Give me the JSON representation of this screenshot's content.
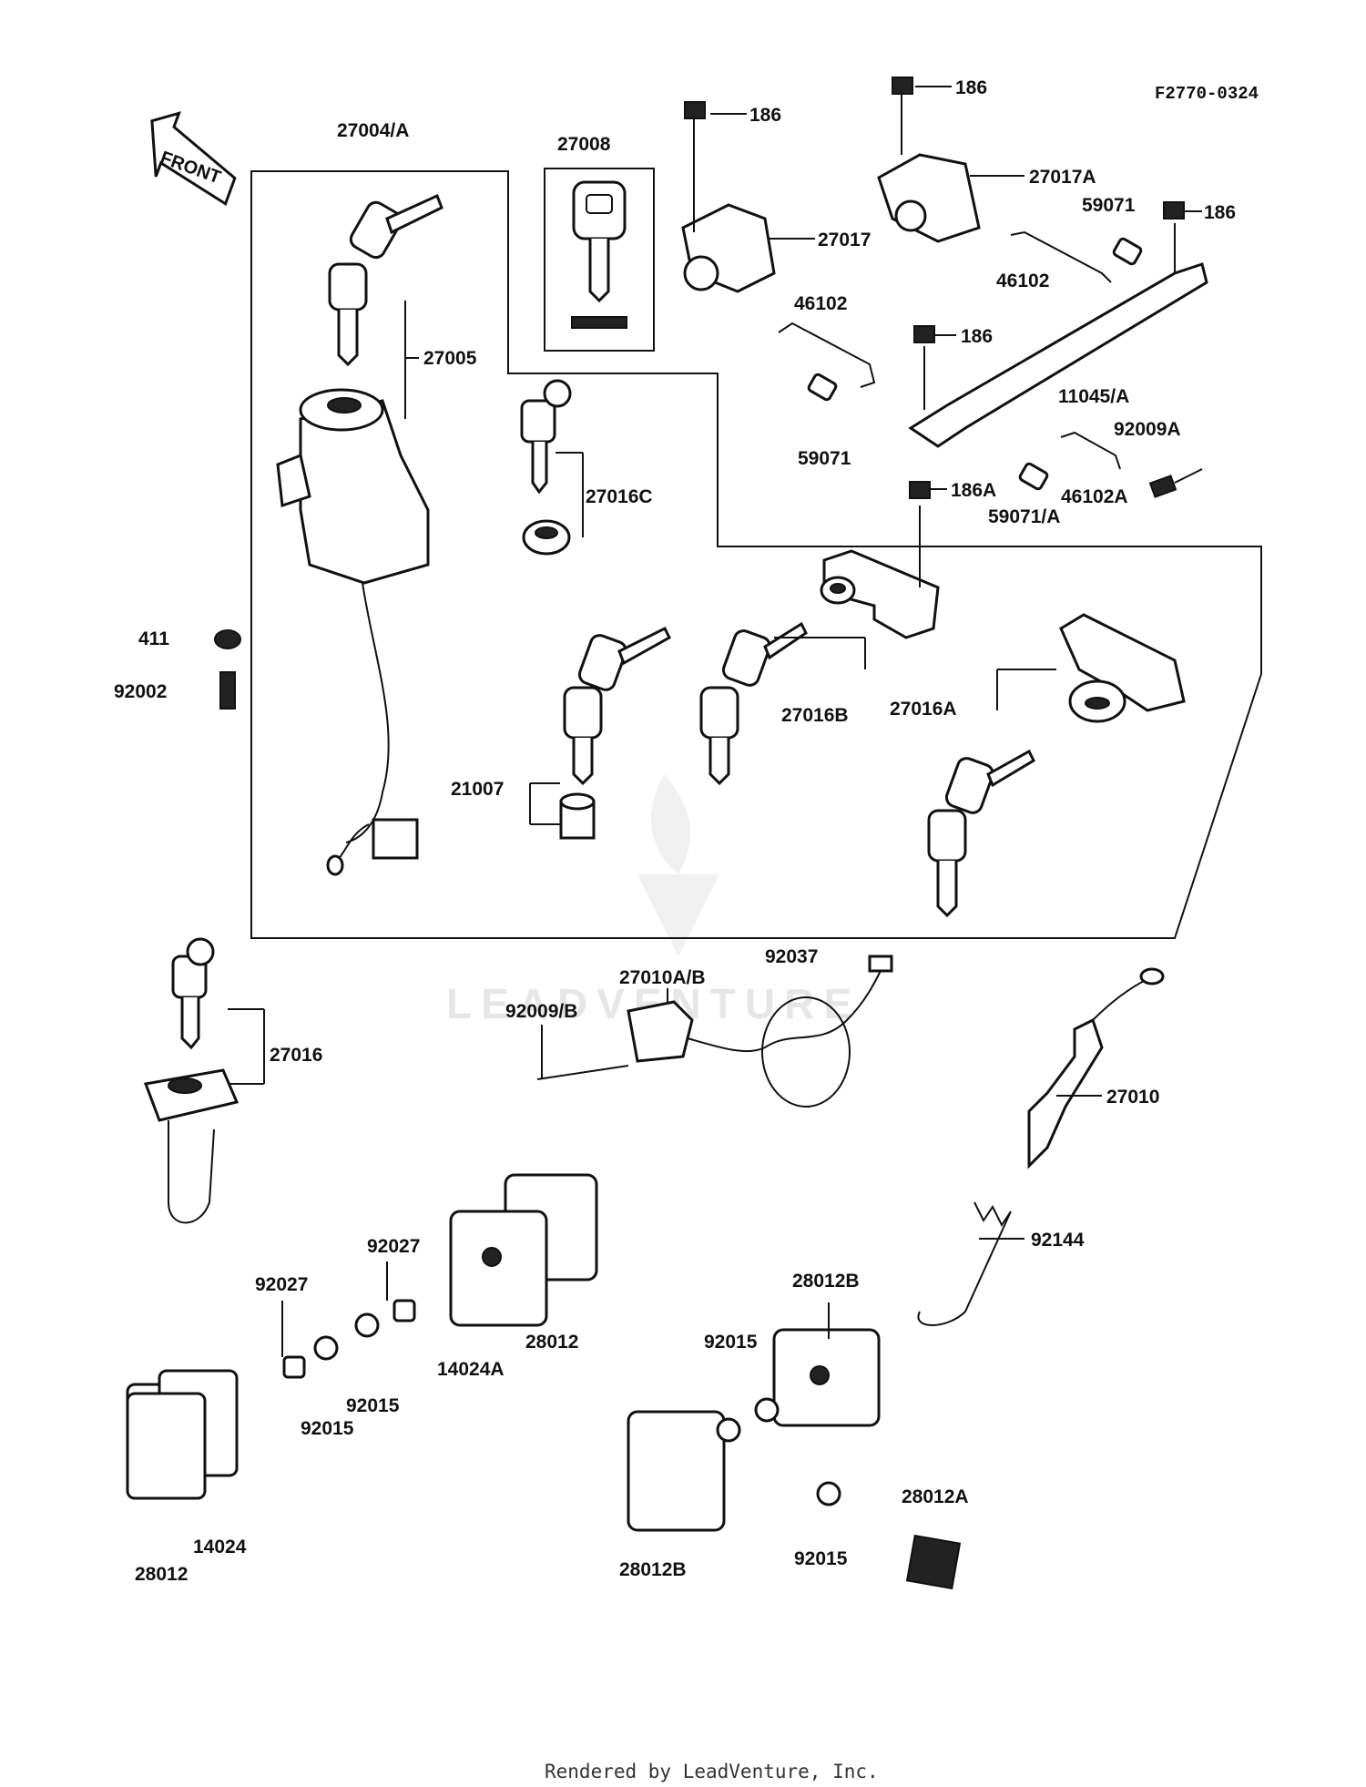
{
  "diagram_code": "F2770-0324",
  "front_label": "FRONT",
  "watermark": "LEADVENTURE",
  "footer": "Rendered by LeadVenture, Inc.",
  "callouts": [
    {
      "id": "186-a",
      "text": "186"
    },
    {
      "id": "186-b",
      "text": "186"
    },
    {
      "id": "186-c",
      "text": "186"
    },
    {
      "id": "186-d",
      "text": "186"
    },
    {
      "id": "186A",
      "text": "186A"
    },
    {
      "id": "27004A",
      "text": "27004/A"
    },
    {
      "id": "27008",
      "text": "27008"
    },
    {
      "id": "27017",
      "text": "27017"
    },
    {
      "id": "27017A",
      "text": "27017A"
    },
    {
      "id": "59071-a",
      "text": "59071"
    },
    {
      "id": "59071-b",
      "text": "59071"
    },
    {
      "id": "59071A",
      "text": "59071/A"
    },
    {
      "id": "46102-a",
      "text": "46102"
    },
    {
      "id": "46102-b",
      "text": "46102"
    },
    {
      "id": "46102A",
      "text": "46102A"
    },
    {
      "id": "11045A",
      "text": "11045/A"
    },
    {
      "id": "92009A",
      "text": "92009A"
    },
    {
      "id": "27005",
      "text": "27005"
    },
    {
      "id": "27016C",
      "text": "27016C"
    },
    {
      "id": "411",
      "text": "411"
    },
    {
      "id": "92002",
      "text": "92002"
    },
    {
      "id": "21007",
      "text": "21007"
    },
    {
      "id": "27016B",
      "text": "27016B"
    },
    {
      "id": "27016A",
      "text": "27016A"
    },
    {
      "id": "27016",
      "text": "27016"
    },
    {
      "id": "92037",
      "text": "92037"
    },
    {
      "id": "27010AB",
      "text": "27010A/B"
    },
    {
      "id": "92009B",
      "text": "92009/B"
    },
    {
      "id": "27010",
      "text": "27010"
    },
    {
      "id": "92144",
      "text": "92144"
    },
    {
      "id": "92027-a",
      "text": "92027"
    },
    {
      "id": "92027-b",
      "text": "92027"
    },
    {
      "id": "28012-a",
      "text": "28012"
    },
    {
      "id": "28012-b",
      "text": "28012"
    },
    {
      "id": "14024A",
      "text": "14024A"
    },
    {
      "id": "14024",
      "text": "14024"
    },
    {
      "id": "92015-a",
      "text": "92015"
    },
    {
      "id": "92015-b",
      "text": "92015"
    },
    {
      "id": "92015-c",
      "text": "92015"
    },
    {
      "id": "92015-d",
      "text": "92015"
    },
    {
      "id": "28012B-a",
      "text": "28012B"
    },
    {
      "id": "28012B-b",
      "text": "28012B"
    },
    {
      "id": "28012A",
      "text": "28012A"
    }
  ]
}
